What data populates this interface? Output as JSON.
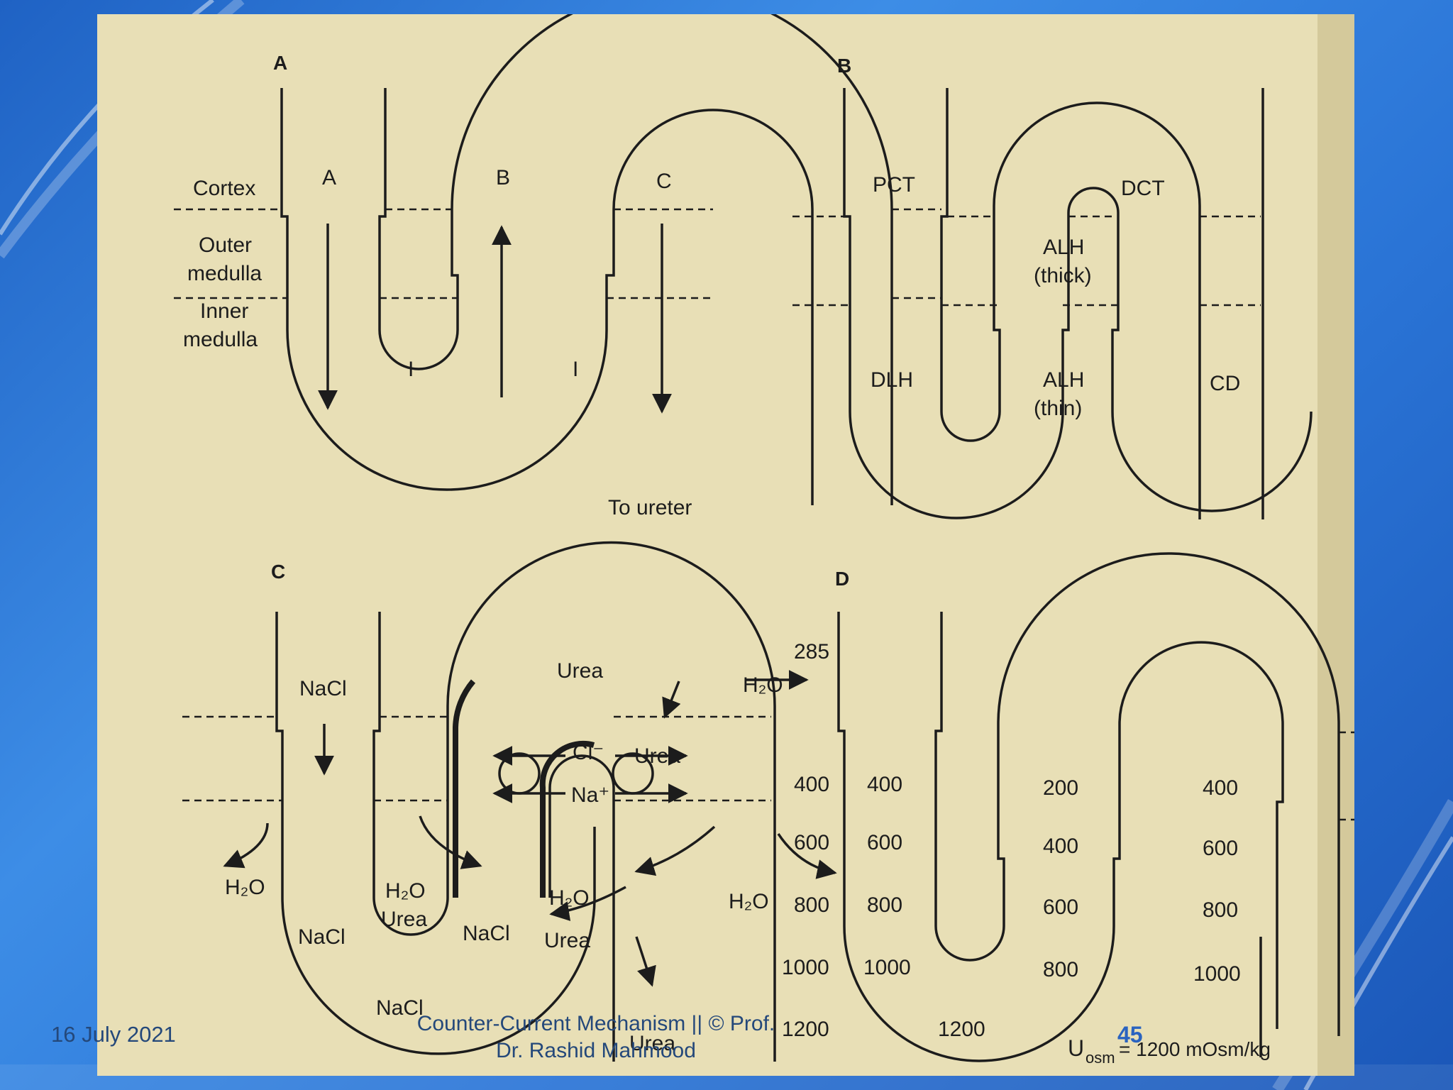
{
  "colors": {
    "background_blue": "#2a74d6",
    "paper": "#e8dfb6",
    "ink": "#1c1c1c",
    "footer_text": "#24487a",
    "page_number": "#2a63c0"
  },
  "panels": {
    "a": {
      "label": "A",
      "zones": {
        "cortex": "Cortex",
        "outer_medulla_1": "Outer",
        "outer_medulla_2": "medulla",
        "inner_medulla_1": "Inner",
        "inner_medulla_2": "medulla"
      },
      "segment_labels": {
        "a": "A",
        "b": "B",
        "c": "C",
        "i1": "I",
        "i2": "I"
      },
      "to_ureter": "To ureter"
    },
    "b": {
      "label": "B",
      "segments": {
        "pct": "PCT",
        "dct": "DCT",
        "alh_thick_1": "ALH",
        "alh_thick_2": "(thick)",
        "dlh": "DLH",
        "alh_thin_1": "ALH",
        "alh_thin_2": "(thin)",
        "cd": "CD"
      }
    },
    "c": {
      "label": "C",
      "nacl_top": "NaCl",
      "urea_top": "Urea",
      "h2o_top": "H₂O",
      "cl": "Cl⁻",
      "na": "Na⁺",
      "urea_right": "Urea",
      "h2o_left": "H₂O",
      "h2o_urea_1": "H₂O",
      "h2o_urea_2": "Urea",
      "h2o_mid": "H₂O",
      "h2o_right": "H₂O",
      "nacl_left": "NaCl",
      "nacl_mid": "NaCl",
      "urea_mid": "Urea",
      "nacl_bottom": "NaCl",
      "urea_bottom": "Urea"
    },
    "d": {
      "label": "D",
      "scale": [
        "285",
        "400",
        "600",
        "800",
        "1000",
        "1200"
      ],
      "dlh_values": [
        "400",
        "600",
        "800",
        "1000"
      ],
      "alh_values": [
        "200",
        "400",
        "600",
        "800"
      ],
      "cd_values": [
        "400",
        "600",
        "800",
        "1000"
      ],
      "bottom": "1200",
      "uosm_u": "U",
      "uosm_sub": "osm",
      "uosm_value": "= 1200 mOsm/kg"
    }
  },
  "footer": {
    "date": "16 July 2021",
    "title_line1": "Counter-Current Mechanism  ||  © Prof.",
    "title_line2": "Dr. Rashid Mahmood",
    "page": "45"
  }
}
